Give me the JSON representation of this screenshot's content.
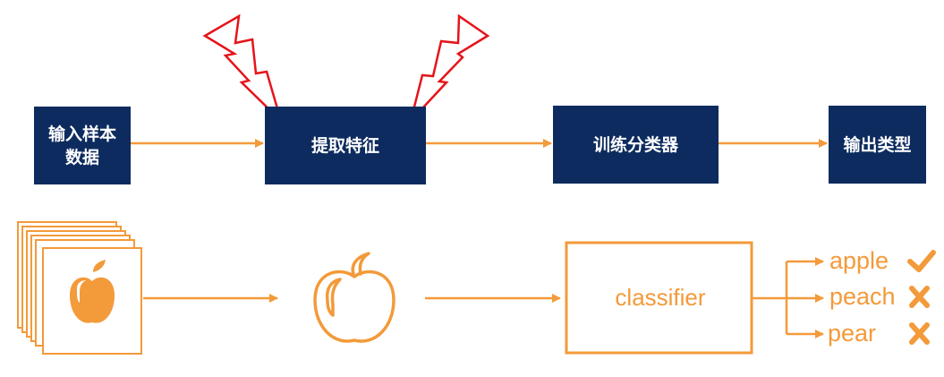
{
  "steps": {
    "input": "输入样本数据",
    "extract": "提取特征",
    "train": "训练分类器",
    "output": "输出类型"
  },
  "classifier": {
    "label": "classifier",
    "outputs": [
      "apple",
      "peach",
      "pear"
    ],
    "results": [
      "check-icon",
      "cross-icon",
      "cross-icon"
    ]
  },
  "colors": {
    "box_fill": "#0d2b5e",
    "box_text": "#ffffff",
    "arrow": "#f39a3a",
    "lightning": "#e5141a"
  }
}
